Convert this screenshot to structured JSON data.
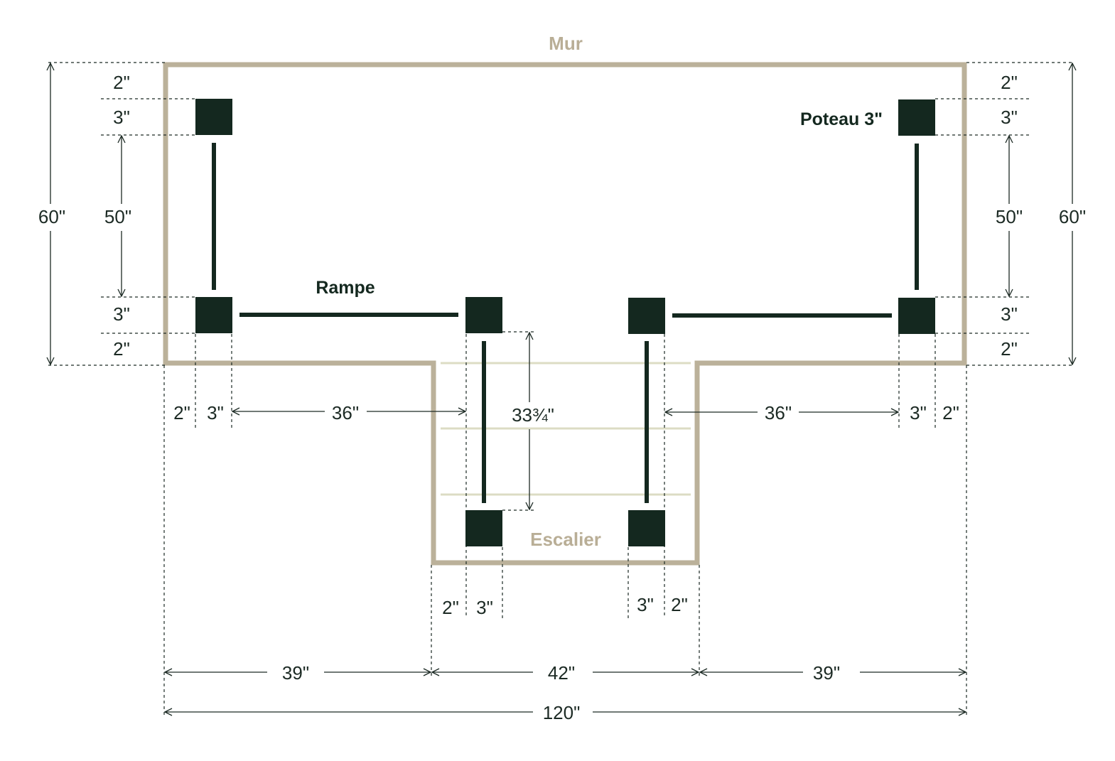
{
  "labels": {
    "wall": "Mur",
    "post": "Poteau 3\"",
    "rail": "Rampe",
    "stairs": "Escalier"
  },
  "dimensions": {
    "left_top_gap": "2\"",
    "left_top_post": "3\"",
    "left_rail_span": "50\"",
    "left_bottom_post": "3\"",
    "left_bottom_gap": "2\"",
    "left_overall": "60\"",
    "right_top_gap": "2\"",
    "right_top_post": "3\"",
    "right_rail_span": "50\"",
    "right_bottom_post": "3\"",
    "right_bottom_gap": "2\"",
    "right_overall": "60\"",
    "left_h_gap": "2\"",
    "left_h_post": "3\"",
    "left_h_rail": "36\"",
    "stair_rail": "33¾\"",
    "right_h_rail": "36\"",
    "right_h_post": "3\"",
    "right_h_gap": "2\"",
    "stair_left_gap": "2\"",
    "stair_left_post": "3\"",
    "stair_right_post": "3\"",
    "stair_right_gap": "2\"",
    "bottom_left": "39\"",
    "bottom_middle": "42\"",
    "bottom_right": "39\"",
    "bottom_total": "120\""
  },
  "colors": {
    "wall": "#bbb19a",
    "post": "#14281f",
    "step": "#dcdcc4",
    "text": "#1c2a24"
  }
}
